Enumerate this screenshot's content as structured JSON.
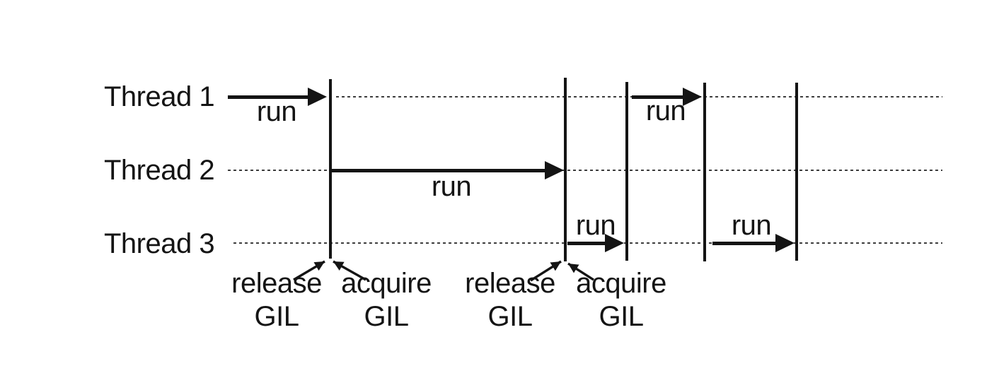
{
  "threads": [
    {
      "label": "Thread 1"
    },
    {
      "label": "Thread 2"
    },
    {
      "label": "Thread 3"
    }
  ],
  "runs": [
    {
      "label": "run"
    },
    {
      "label": "run"
    },
    {
      "label": "run"
    },
    {
      "label": "run"
    },
    {
      "label": "run"
    }
  ],
  "gil_events": [
    {
      "line1": "release",
      "line2": "GIL"
    },
    {
      "line1": "acquire",
      "line2": "GIL"
    },
    {
      "line1": "release",
      "line2": "GIL"
    },
    {
      "line1": "acquire",
      "line2": "GIL"
    }
  ],
  "colors": {
    "ink": "#141414",
    "dotted_line": "#3d3d3d",
    "background": "#ffffff"
  }
}
